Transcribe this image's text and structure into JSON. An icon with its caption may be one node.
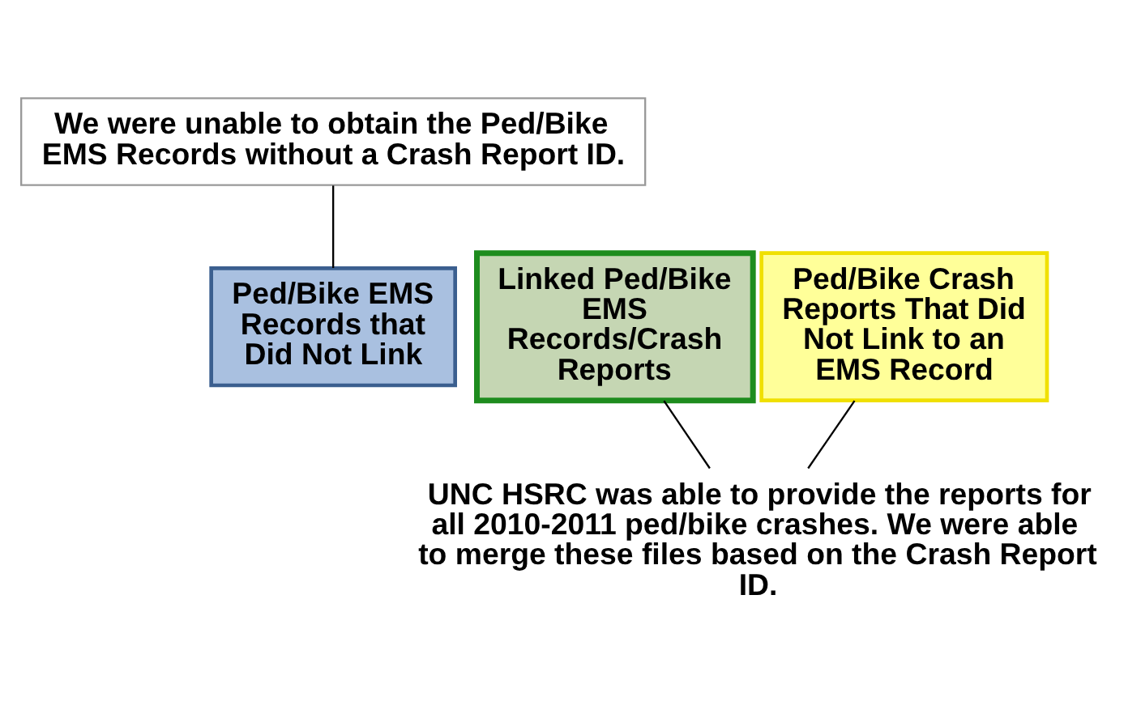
{
  "diagram": {
    "nodes": [
      {
        "text": [
          "We were unable to obtain the Ped/Bike EMS Records without a Crash Report ID."
        ]
      },
      {
        "text": [
          "Ped/Bike EMS Records that Did Not Link"
        ]
      },
      {
        "text": [
          "Linked Ped/Bike EMS Records/Crash Reports"
        ]
      },
      {
        "text": [
          "Ped/Bike Crash Reports That Did Not Link to an EMS Record"
        ]
      },
      {
        "text": [
          "UNC HSRC was able to provide the reports for all 2010-2011 ped/bike crashes. We were able to merge these files based on the Crash Report ID."
        ]
      }
    ],
    "edges": [
      {
        "from": 0,
        "to": 1,
        "arrow": "none"
      },
      {
        "from": 2,
        "to": 4,
        "arrow": "none"
      },
      {
        "from": 3,
        "to": 4,
        "arrow": "none"
      }
    ]
  }
}
